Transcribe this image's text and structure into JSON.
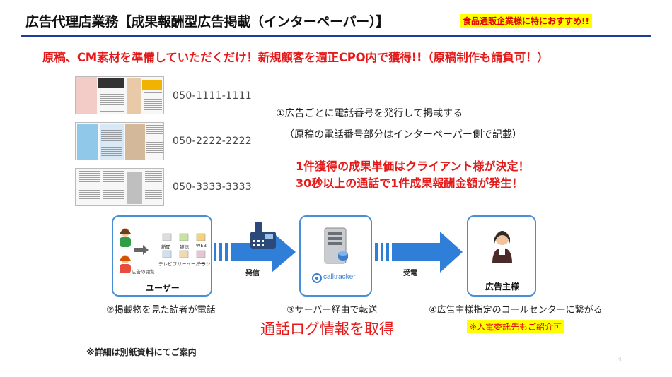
{
  "header": {
    "title": "広告代理店業務【成果報酬型広告掲載（インターペーパー）】",
    "badge": "食品通販企業様に特におすすめ!!",
    "subtitle": "原稿、CM素材を準備していただくだけ！新規顧客を適正CPO内で獲得!!（原稿制作も請負可！）"
  },
  "ads": [
    {
      "phone": "050-1111-1111"
    },
    {
      "phone": "050-2222-2222"
    },
    {
      "phone": "050-3333-3333"
    }
  ],
  "step1": {
    "line1": "①広告ごとに電話番号を発行して掲載する",
    "line2": "（原稿の電話番号部分はインターペーパー側で記載）"
  },
  "red_notes": {
    "line1": "1件獲得の成果単価はクライアント様が決定！",
    "line2": "30秒以上の通話で1件成果報酬金額が発生！"
  },
  "flow": {
    "user_box": {
      "label": "ユーザー",
      "ad_viewing": "広告の閲覧",
      "media": [
        "新聞",
        "雑誌",
        "WEB",
        "テレビ",
        "フリーペーパー",
        "チラシ"
      ]
    },
    "arrow1_label": "発信",
    "server_box": {
      "logo": "calltracker"
    },
    "arrow2_label": "受電",
    "advertiser_box": {
      "label": "広告主様"
    }
  },
  "captions": {
    "step2": "②掲載物を見た読者が電話",
    "step3": "③サーバー経由で転送",
    "step4": "④広告主様指定のコールセンターに繋がる"
  },
  "log_text": "通話ログ情報を取得",
  "referral_note": "※入電委託先もご紹介可",
  "footnote": "※詳細は別紙資料にてご案内",
  "page_number": "3",
  "colors": {
    "accent_blue": "#1f3c98",
    "box_border": "#4a8fd6",
    "arrow_blue": "#2f7fd8",
    "red": "#e51b1b",
    "highlight_yellow": "#ffff00"
  }
}
